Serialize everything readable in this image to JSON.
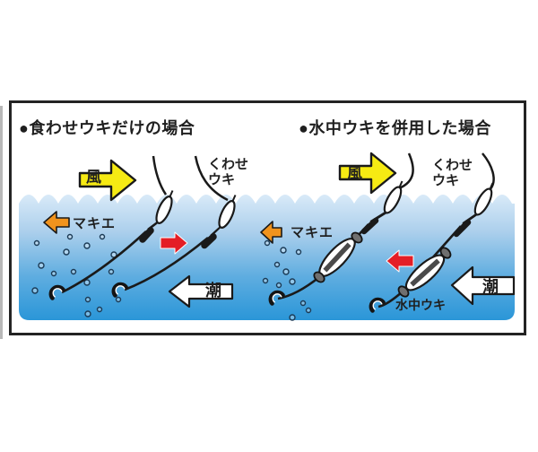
{
  "diagram": {
    "left_panel": {
      "title": "●食わせウキだけの場合",
      "wind_label": "風",
      "makie_label": "マキエ",
      "tide_label": "潮",
      "kuwase_label_line1": "くわせ",
      "kuwase_label_line2": "ウキ"
    },
    "right_panel": {
      "title": "●水中ウキを併用した場合",
      "wind_label": "風",
      "makie_label": "マキエ",
      "tide_label": "潮",
      "kuwase_label_line1": "くわせ",
      "kuwase_label_line2": "ウキ",
      "suichuu_uki_label": "水中ウキ"
    },
    "colors": {
      "wind_arrow": "#f6ea13",
      "makie_arrow": "#f0931d",
      "drift_arrow": "#e41e26",
      "tide_arrow": "#ffffff",
      "water_top": "#d9eaf8",
      "water_bottom": "#2a96d8",
      "outline": "#1a1a1a"
    },
    "icons": {
      "wind_arrow_icon": "right/left yellow block arrow",
      "makie_arrow_icon": "small orange left arrow",
      "drift_arrow_icon": "small red arrow",
      "tide_arrow_icon": "white outlined left arrow",
      "kuwase_float_icon": "teardrop surface float",
      "suichuu_float_icon": "spindle underwater float",
      "hook_icon": "fishing hook",
      "bubble_icon": "air bubble"
    }
  }
}
